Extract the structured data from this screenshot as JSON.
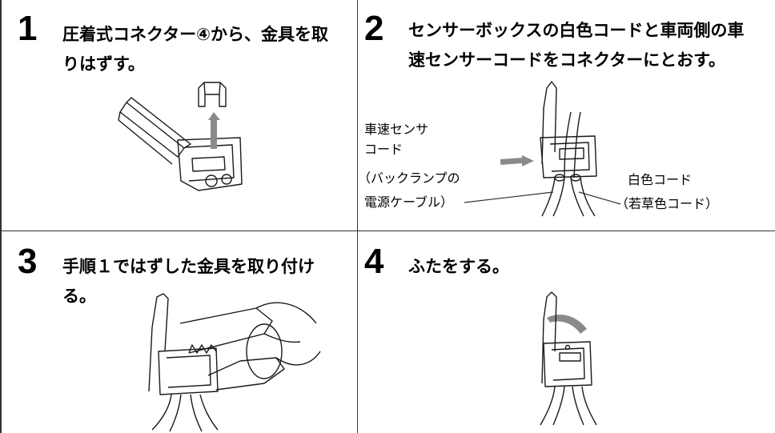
{
  "steps": [
    {
      "number": "1",
      "text": "圧着式コネクター④から、金具を取りはずす。"
    },
    {
      "number": "2",
      "text": "センサーボックスの白色コードと車両側の車速センサーコードをコネクターにとおす。"
    },
    {
      "number": "3",
      "text": "手順１ではずした金具を取り付ける。"
    },
    {
      "number": "4",
      "text": "ふたをする。"
    }
  ],
  "labels": {
    "vehicle_speed_sensor_line1": "車速センサ",
    "vehicle_speed_sensor_line2": "コード",
    "backup_lamp_line1": "（バックランプの",
    "backup_lamp_line2": "電源ケーブル）",
    "white_cord": "白色コード",
    "light_green_cord": "（若草色コード）"
  },
  "colors": {
    "rule": "#333333",
    "arrow": "#8a8a8a",
    "line_art": "#1a1a1a"
  }
}
